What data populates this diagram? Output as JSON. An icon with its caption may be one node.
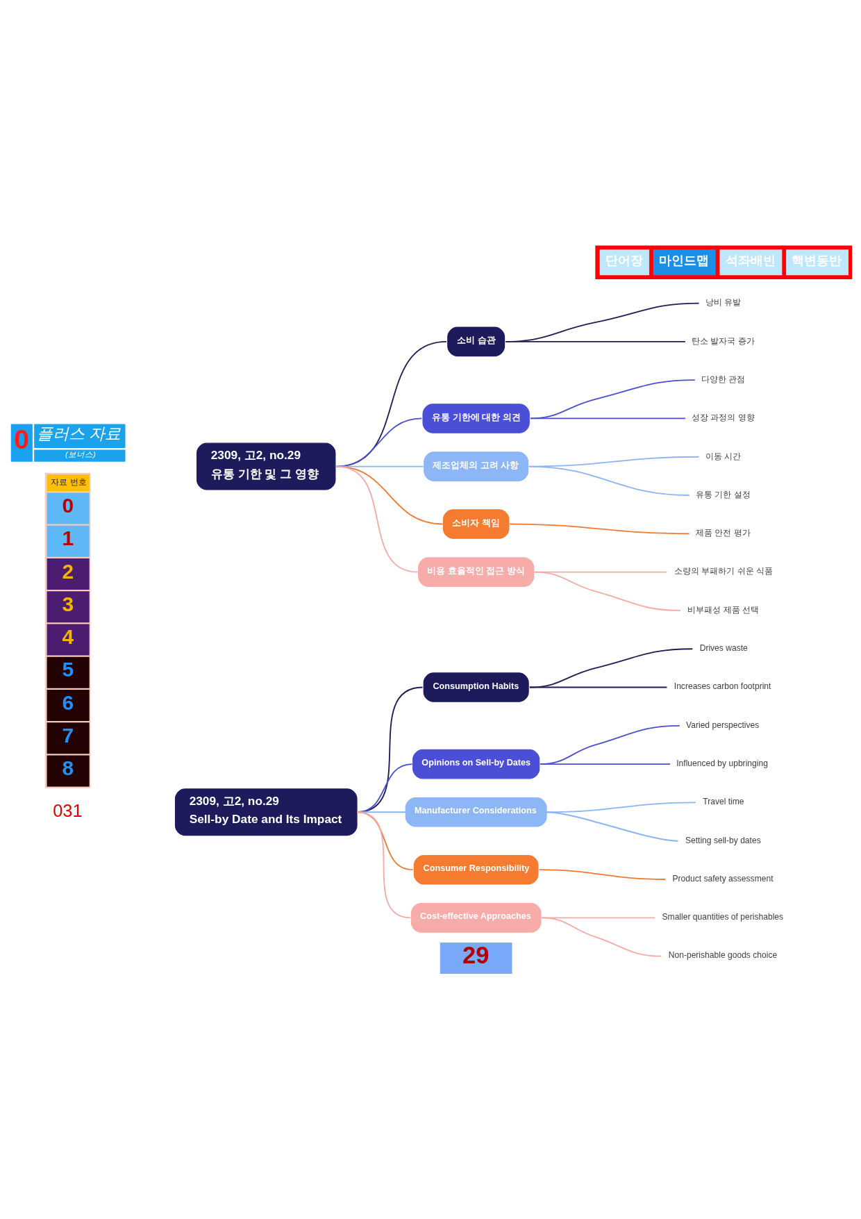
{
  "diagram": {
    "nodes": [
      {
        "text": [
          "2309, 고2, no.29",
          "유통 기한 및 그 영향"
        ]
      },
      {
        "text": [
          "소비 습관"
        ]
      },
      {
        "text": [
          "낭비 유발"
        ]
      },
      {
        "text": [
          "탄소 발자국 증가"
        ]
      },
      {
        "text": [
          "유통 기한에 대한 의견"
        ]
      },
      {
        "text": [
          "다양한 관점"
        ]
      },
      {
        "text": [
          "성장 과정의 영향"
        ]
      },
      {
        "text": [
          "제조업체의 고려 사항"
        ]
      },
      {
        "text": [
          "이동 시간"
        ]
      },
      {
        "text": [
          "유통 기한 설정"
        ]
      },
      {
        "text": [
          "소비자 책임"
        ]
      },
      {
        "text": [
          "제품 안전 평가"
        ]
      },
      {
        "text": [
          "비용 효율적인 접근 방식"
        ]
      },
      {
        "text": [
          "소량의 부패하기 쉬운 식품"
        ]
      },
      {
        "text": [
          "비부패성 제품 선택"
        ]
      },
      {
        "text": [
          "2309, 고2, no.29",
          "Sell-by Date and Its Impact"
        ]
      },
      {
        "text": [
          "Consumption Habits"
        ]
      },
      {
        "text": [
          "Drives waste"
        ]
      },
      {
        "text": [
          "Increases carbon footprint"
        ]
      },
      {
        "text": [
          "Opinions on Sell-by Dates"
        ]
      },
      {
        "text": [
          "Varied perspectives"
        ]
      },
      {
        "text": [
          "Influenced by upbringing"
        ]
      },
      {
        "text": [
          "Manufacturer Considerations"
        ]
      },
      {
        "text": [
          "Travel time"
        ]
      },
      {
        "text": [
          "Setting sell-by dates"
        ]
      },
      {
        "text": [
          "Consumer Responsibility"
        ]
      },
      {
        "text": [
          "Product safety assessment"
        ]
      },
      {
        "text": [
          "Cost-effective Approaches"
        ]
      },
      {
        "text": [
          "Smaller quantities of perishables"
        ]
      },
      {
        "text": [
          "Non-perishable goods choice"
        ]
      }
    ],
    "edges": [
      {
        "from": 0,
        "to": 1,
        "arrow": "none",
        "color": "#1e1c55"
      },
      {
        "from": 1,
        "to": 2,
        "arrow": "none",
        "color": "#1e1c55"
      },
      {
        "from": 1,
        "to": 3,
        "arrow": "none",
        "color": "#1e1c55"
      },
      {
        "from": 0,
        "to": 4,
        "arrow": "none",
        "color": "#4a4fcf"
      },
      {
        "from": 4,
        "to": 5,
        "arrow": "none",
        "color": "#4a4fcf"
      },
      {
        "from": 4,
        "to": 6,
        "arrow": "none",
        "color": "#4a4fcf"
      },
      {
        "from": 0,
        "to": 7,
        "arrow": "none",
        "color": "#8ab4f4"
      },
      {
        "from": 7,
        "to": 8,
        "arrow": "none",
        "color": "#8ab4f4"
      },
      {
        "from": 7,
        "to": 9,
        "arrow": "none",
        "color": "#8ab4f4"
      },
      {
        "from": 0,
        "to": 10,
        "arrow": "none",
        "color": "#f07a30"
      },
      {
        "from": 10,
        "to": 11,
        "arrow": "none",
        "color": "#f07a30"
      },
      {
        "from": 0,
        "to": 12,
        "arrow": "none",
        "color": "#f5aaa6"
      },
      {
        "from": 12,
        "to": 13,
        "arrow": "none",
        "color": "#f5aaa6"
      },
      {
        "from": 12,
        "to": 14,
        "arrow": "none",
        "color": "#f5aaa6"
      },
      {
        "from": 15,
        "to": 16,
        "arrow": "none",
        "color": "#1e1c55"
      },
      {
        "from": 16,
        "to": 17,
        "arrow": "none",
        "color": "#1e1c55"
      },
      {
        "from": 16,
        "to": 18,
        "arrow": "none",
        "color": "#1e1c55"
      },
      {
        "from": 15,
        "to": 19,
        "arrow": "none",
        "color": "#4a4fcf"
      },
      {
        "from": 19,
        "to": 20,
        "arrow": "none",
        "color": "#4a4fcf"
      },
      {
        "from": 19,
        "to": 21,
        "arrow": "none",
        "color": "#4a4fcf"
      },
      {
        "from": 15,
        "to": 22,
        "arrow": "none",
        "color": "#8ab4f4"
      },
      {
        "from": 22,
        "to": 23,
        "arrow": "none",
        "color": "#8ab4f4"
      },
      {
        "from": 22,
        "to": 24,
        "arrow": "none",
        "color": "#8ab4f4"
      },
      {
        "from": 15,
        "to": 25,
        "arrow": "none",
        "color": "#f07a30"
      },
      {
        "from": 25,
        "to": 26,
        "arrow": "none",
        "color": "#f07a30"
      },
      {
        "from": 15,
        "to": 27,
        "arrow": "none",
        "color": "#f5aaa6"
      },
      {
        "from": 27,
        "to": 28,
        "arrow": "none",
        "color": "#f5aaa6"
      },
      {
        "from": 27,
        "to": 29,
        "arrow": "none",
        "color": "#f5aaa6"
      }
    ],
    "labels": [
      "0",
      "플러스 자료",
      "(보너스)",
      "단어장",
      "마인드맵",
      "석좌배빈",
      "핵변동반",
      "자료 번호",
      "0",
      "1",
      "2",
      "3",
      "4",
      "5",
      "6",
      "7",
      "8",
      "29",
      "031"
    ]
  }
}
